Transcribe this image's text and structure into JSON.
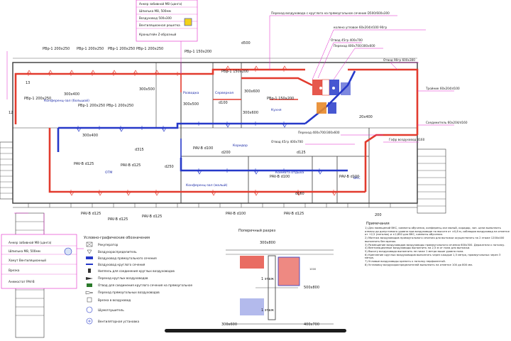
{
  "colors": {
    "supply": "#e23b2e",
    "exhaust": "#2639c9",
    "leader": "#e020c8",
    "wall": "#3a3a3a",
    "callout_border": "#e020c8"
  },
  "top_callout": {
    "lines": [
      "Анкер забивной М8 (цанга)",
      "Шпилька М8, 500мм",
      "Воздуховод 500х300",
      "Вентиляционная решетка",
      "Кронштейн Z-образный"
    ]
  },
  "bottom_callout": {
    "lines": [
      "Анкер забивной М8 (цанга)",
      "Шпилька М8, 500мм",
      "Хомут Вентиляционный",
      "Врезка",
      "Анемостат PAV-B"
    ]
  },
  "top_right_notes": [
    "Переход воздуховода с круглого на прямоугольное сечение D500/600х300",
    "колено угловое 60х204/d100 90гр",
    "Отвод 45гр 400х700",
    "Переход 400х700/300х600",
    "Отвод 90гр 600х300",
    "Тройник 60х204/d100",
    "Соединитель 60х204/d160",
    "Гофр воздуховод d160",
    "Переход 400х700/300х600",
    "Отвод 45гр 400х700"
  ],
  "supply_labels": [
    "РВр-1 200х250",
    "РВр-1 200х250",
    "РВр-1 200х250",
    "РВр-1 200х250",
    "РВр-1 150х200",
    "РВр-1 200х250",
    "РВр-1 200х250",
    "РВр-1 200х250",
    "РВр-1 150х200",
    "РВр-1 150х200"
  ],
  "duct_sizes": [
    "300х400",
    "300х500",
    "300х500",
    "300х600",
    "300х600",
    "300х400",
    "d500",
    "d200",
    "d160",
    "d125",
    "d250",
    "d315",
    "d100",
    "20х400"
  ],
  "rooms": [
    "Конференц-зал (большой)",
    "ОТМ",
    "Разводка",
    "Серверная",
    "Кухня",
    "Коридор",
    "Комната отдыха",
    "Конференц-зал (малый)",
    "ВКС"
  ],
  "diffuser_labels": [
    "PAV-B d125",
    "PAV-B d125",
    "PAV-B d125",
    "PAV-B d125",
    "PAV-B d125",
    "PAV-B d100",
    "PAV-B d100",
    "PAV-B d100",
    "PAV-B d125",
    "PAV-B d100"
  ],
  "legend": {
    "title": "Условно-графические обозначения",
    "items": [
      "Рекуператор",
      "Воздухораспределитель",
      "Воздуховод прямоугольного сечения",
      "Воздуховод круглого сечения",
      "Ниппель для соединения круглых воздуховодов",
      "Переход круглых воздуховодов",
      "Отвод для соединения круглого сечения на прямоугольное",
      "Переход прямоугольных воздуховодов",
      "Врезка в воздуховод",
      "Шумоглушитель",
      "Вентиляторная установка"
    ]
  },
  "section": {
    "title": "Поперечный разрез",
    "labels": [
      "300х800",
      "1 этаж",
      "1 этаж",
      "500х800",
      "300х600",
      "400х700",
      "1000"
    ]
  },
  "notes": {
    "title": "Примечания",
    "items": [
      "1) Для помещений ВКС, комнаты обучения, конференц-зал малый, коридор, зон. цели выполнить отвесы до допустимого уровня при воздуховоде по высоте от ±0,8 м, соблюдая воздуховод на отметке от +2,5 (потолок) и ±2,650 для ВКС, комнаты обучения.",
      "2) Монтаж воздуховодов прямоугольного сечения для вытяжки осуществлять на 2 этаже 1200х400 выполнить без врезок.",
      "3) Размещение воздуховодов воздуховоды прямоугольного сечения 600х300. Держатели к потолку.",
      "4) Вентиляционные воздуховоды выполнить на 2,5 м от пола для вытяжки.",
      "5) Высоту воздуховода выполнить не ниже 1 метра выше уровня пола.",
      "6) Крепление круглых воздуховодов выполнять через каждые 1,5 метра, прямоугольных через 3 метра.",
      "7) Угловые воздуховоды крепить к потолку перфолентой.",
      "8) Установку воздухораспределителей выполнить на отметке 100 до 800 мм."
    ]
  },
  "grid_axis_left": [
    "13",
    "12"
  ],
  "grid_axis_right": [
    "200"
  ]
}
